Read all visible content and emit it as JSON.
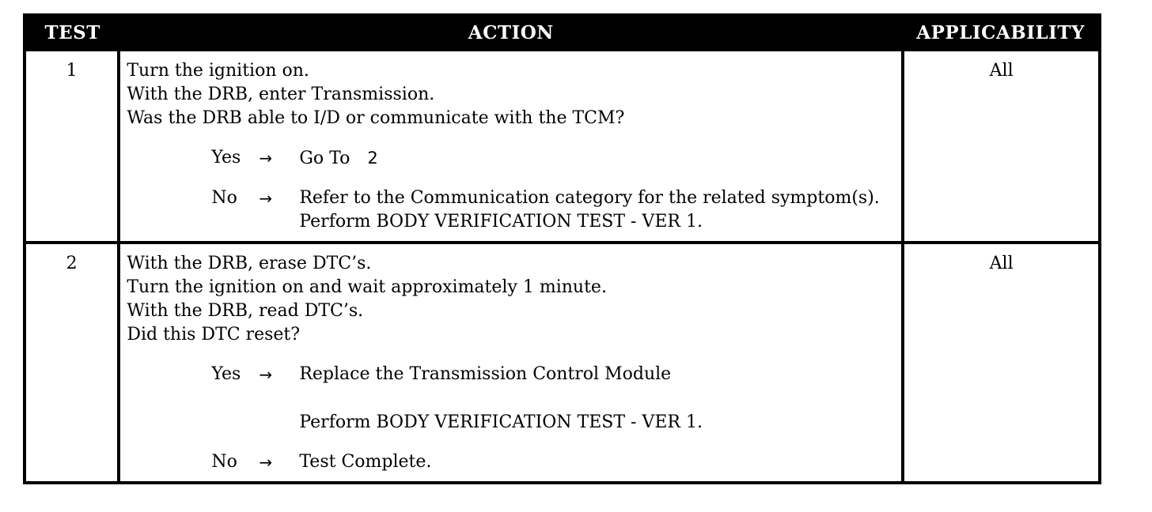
{
  "headers": {
    "test": "TEST",
    "action": "ACTION",
    "applicability": "APPLICABILITY"
  },
  "rows": [
    {
      "test": "1",
      "steps": [
        "Turn the ignition on.",
        "With the DRB, enter Transmission.",
        "Was the DRB able to I/D or communicate with the TCM?"
      ],
      "yes": {
        "label": "Yes",
        "arrow": "→",
        "text": "Go To",
        "goto": "2"
      },
      "no": {
        "label": "No",
        "arrow": "→",
        "lines": [
          "Refer to the Communication category for the related symptom(s).",
          "Perform BODY VERIFICATION TEST - VER 1."
        ]
      },
      "applicability": "All"
    },
    {
      "test": "2",
      "steps": [
        "With the DRB, erase DTC’s.",
        "Turn the ignition on and wait approximately 1 minute.",
        "With the DRB, read DTC’s.",
        "Did this DTC reset?"
      ],
      "yes": {
        "label": "Yes",
        "arrow": "→",
        "lines": [
          "Replace the Transmission Control Module",
          "Perform BODY VERIFICATION TEST - VER 1."
        ]
      },
      "no": {
        "label": "No",
        "arrow": "→",
        "lines": [
          "Test Complete."
        ]
      },
      "applicability": "All"
    }
  ]
}
